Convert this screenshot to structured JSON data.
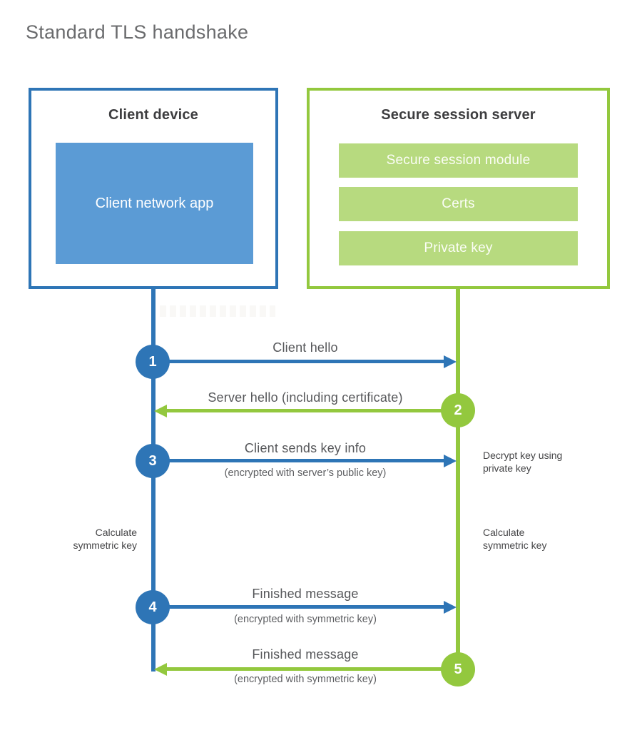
{
  "title": "Standard TLS handshake",
  "client_box": {
    "heading": "Client device",
    "app": "Client network app"
  },
  "server_box": {
    "heading": "Secure session server",
    "modules": [
      "Secure session module",
      "Certs",
      "Private key"
    ]
  },
  "steps": [
    {
      "num": "1",
      "label": "Client hello",
      "sub": "",
      "direction": "right",
      "from": "client"
    },
    {
      "num": "2",
      "label": "Server hello (including certificate)",
      "sub": "",
      "direction": "left",
      "from": "server"
    },
    {
      "num": "3",
      "label": "Client sends key info",
      "sub": "(encrypted with server’s public key)",
      "direction": "right",
      "from": "client"
    },
    {
      "num": "4",
      "label": "Finished message",
      "sub": "(encrypted with symmetric key)",
      "direction": "right",
      "from": "client"
    },
    {
      "num": "5",
      "label": "Finished message",
      "sub": "(encrypted with symmetric key)",
      "direction": "left",
      "from": "server"
    }
  ],
  "annotations": {
    "decrypt_line1": "Decrypt key using",
    "decrypt_line2": "private key",
    "calc_left_line1": "Calculate",
    "calc_left_line2": "symmetric key",
    "calc_right_line1": "Calculate",
    "calc_right_line2": "symmetric key"
  },
  "colors": {
    "client_blue": "#2e75b6",
    "client_fill": "#5b9bd5",
    "server_green": "#93c83e",
    "server_fill": "#b7da7f"
  }
}
